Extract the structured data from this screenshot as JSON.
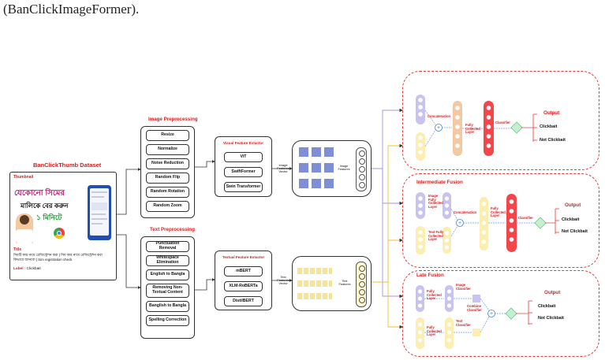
{
  "caption": "(BanClickImageFormer).",
  "dataset": {
    "title": "BanClickThumb Dataset",
    "thumbnail_label": "Thumbnail",
    "thumb_text": {
      "line1": "যেকোনো সিমের",
      "line2": "মালিকে বের করুন",
      "line3": "১ মিনিটে"
    },
    "title_label": "Title",
    "title_text_line1": "সিমটি কার নামে রেজিস্ট্রেশন করা | সিম কার নামে রেজিস্ট্রেশন করা",
    "title_text_line2": "কিভাবে জানবো | Sim registration check",
    "label_key": "Label",
    "label_value": ": Clickbait"
  },
  "image_preprocessing": {
    "title": "Image Preprocessing",
    "steps": [
      "Resize",
      "Normalize",
      "Noise Reduction",
      "Random Flip",
      "Random Rotation",
      "Random Zoom"
    ]
  },
  "text_preprocessing": {
    "title": "Text Preprocessing",
    "steps": [
      "Punctuation Removal",
      "Whitespace Elimination",
      "English to Bangla",
      "Removing Non-Textual Content",
      "Banglish to Bangla",
      "Spelling Correction"
    ]
  },
  "visual_extractor": {
    "title": "Visual Feature Extactor",
    "models": [
      "ViT",
      "SwiftFormer",
      "Swin Transformer"
    ],
    "output_label": "Image Features Vector",
    "features_label": "Image Features"
  },
  "textual_extractor": {
    "title": "Textual Feature Extactor",
    "models": [
      "mBERT",
      "XLM-RoBERTa",
      "DistilBERT"
    ],
    "output_label": "Text Features Vector",
    "features_label": "Text Features"
  },
  "early_fusion": {
    "concat_label": "Concatenation",
    "fc_label": "Fully Collected Layer",
    "classifier_label": "Classifier",
    "output_title": "Output",
    "classes": [
      "Clickbait",
      "Not Clickbait"
    ]
  },
  "intermediate_fusion": {
    "title": "Intermediate Fusion",
    "image_fc_label": "Image Fully Collected Layer",
    "text_fc_label": "Text Fully Collected Layer",
    "concat_label": "Concatenation",
    "fc_label": "Fully Collected Layer",
    "classifier_label": "Classifier",
    "output_title": "Output",
    "classes": [
      "Clickbait",
      "Not Clickbait"
    ]
  },
  "late_fusion": {
    "title": "Late Fusion",
    "fc_label_1": "Fully Collected Layer",
    "image_classifier_label": "Image Classifier",
    "combine_classifier_label": "Combine Classifier",
    "text_classifier_label": "Text Classifier",
    "fc_label_2": "Fully Collected Layer",
    "output_title": "Output",
    "classes": [
      "Clickbait",
      "Not Clickbait"
    ]
  },
  "colors": {
    "purple": "#c9c3f0",
    "yellow": "#fbeeb0",
    "orange": "#f2c9a3",
    "red": "#f2464b",
    "green": "#c6efd0",
    "blue_node": "#9fb0e8",
    "accent_red": "#d32020"
  }
}
